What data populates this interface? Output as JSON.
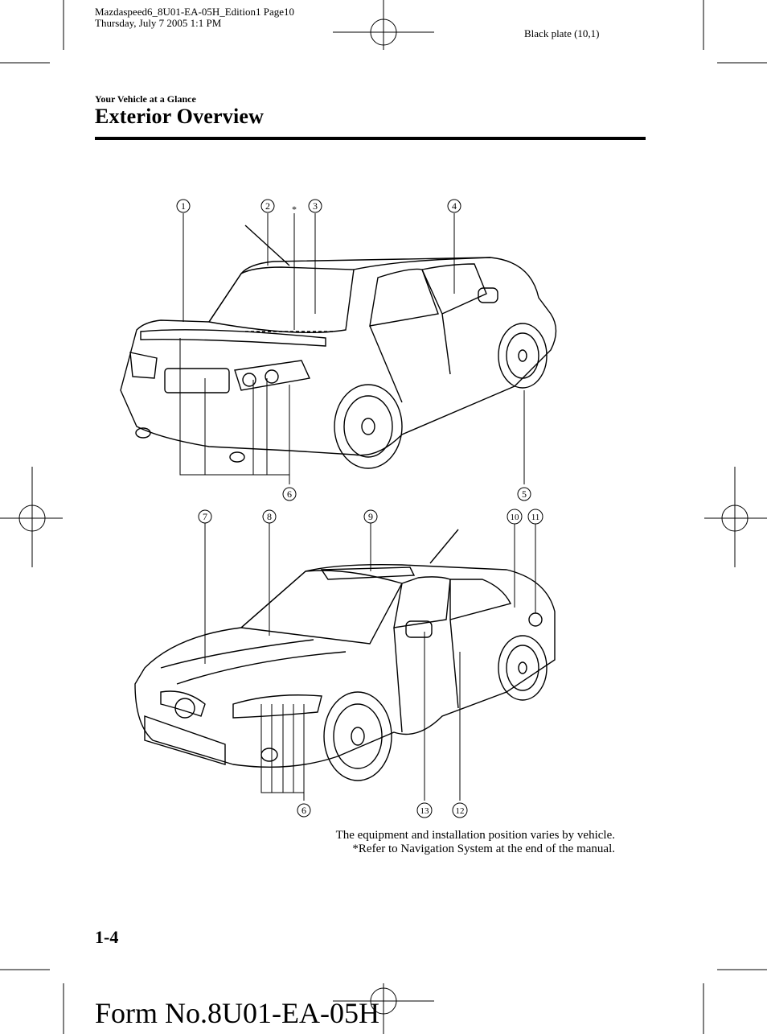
{
  "print_header": {
    "file_line1": "Mazdaspeed6_8U01-EA-05H_Edition1 Page10",
    "file_line2": "Thursday, July 7 2005 1:1 PM",
    "plate": "Black plate (10,1)"
  },
  "section": "Your Vehicle at a Glance",
  "title": "Exterior Overview",
  "callouts_rear": [
    "1",
    "2",
    "3",
    "4",
    "5",
    "6"
  ],
  "callouts_front": [
    "7",
    "8",
    "9",
    "10",
    "11",
    "6",
    "13",
    "12"
  ],
  "asterisk": "*",
  "notes": {
    "line1": "The equipment and installation position varies by vehicle.",
    "line2": "*Refer to Navigation System at the end of the manual."
  },
  "page_number": "1-4",
  "form_number": "Form No.8U01-EA-05H"
}
